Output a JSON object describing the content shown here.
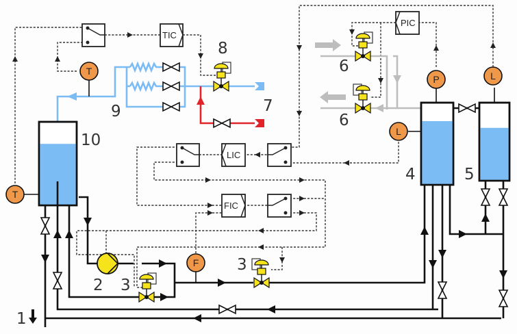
{
  "diagram": {
    "title": "",
    "colors": {
      "process_line": "#111111",
      "cooling_water": "#7cbcf5",
      "hot_water": "#e0242a",
      "gas_line": "#bdbdbd",
      "liquid_fill": "#7cbcf5",
      "instrument_bubble": "#f0984a",
      "control_valve": "#f6e31c",
      "signal_line": "#333333"
    },
    "equipment_labels": {
      "drain": "1",
      "pump": "2",
      "flow_valve_a": "3",
      "flow_valve_b": "3",
      "tank_4": "4",
      "tank_5": "5",
      "pressure_valve_a": "6",
      "pressure_valve_b": "6",
      "utility_inlets": "7",
      "temp_valve": "8",
      "heat_exchanger": "9",
      "tank_10": "10"
    },
    "controllers": {
      "tic": "TIC",
      "lic": "LIC",
      "fic": "FIC",
      "pic": "PIC"
    },
    "instruments": {
      "temp_exchanger": "T",
      "temp_tank10": "T",
      "flow": "F",
      "pressure": "P",
      "level_tank4": "L",
      "level_tank5": "L"
    },
    "tank_levels": {
      "tank_10": 0.74,
      "tank_4": 0.78,
      "tank_5": 0.68
    }
  }
}
